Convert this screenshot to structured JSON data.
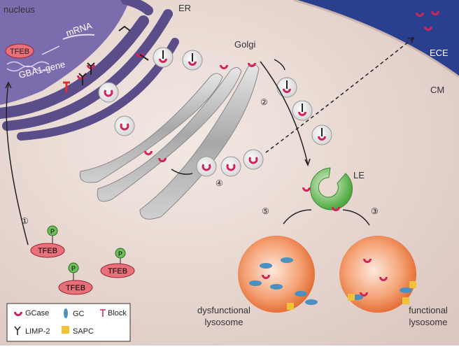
{
  "labels": {
    "nucleus": "nucleus",
    "er": "ER",
    "mrna": "mRNA",
    "gene": "GBA1-gene",
    "golgi": "Golgi",
    "ece": "ECE",
    "cm": "CM",
    "le": "LE",
    "tfeb": "TFEB",
    "phospho": "P",
    "dysfunctional_1": "dysfunctional",
    "dysfunctional_2": "lysosome",
    "functional_1": "functional",
    "functional_2": "lysosome"
  },
  "steps": [
    "①",
    "②",
    "③",
    "④",
    "⑤"
  ],
  "legend": {
    "gcase": "GCase",
    "gc": "GC",
    "block": "Block",
    "limp2": "LIMP-2",
    "sapc": "SAPC"
  },
  "colors": {
    "background": "#e9d9d3",
    "nucleus": "#6a5a9c",
    "er": "#5b4d8a",
    "ece": "#2b3f8f",
    "gcase": "#d0245a",
    "gc": "#4a90c0",
    "sapc": "#f0c23a",
    "lysosome": "#ee7a3a",
    "le": "#6cbf5a"
  }
}
